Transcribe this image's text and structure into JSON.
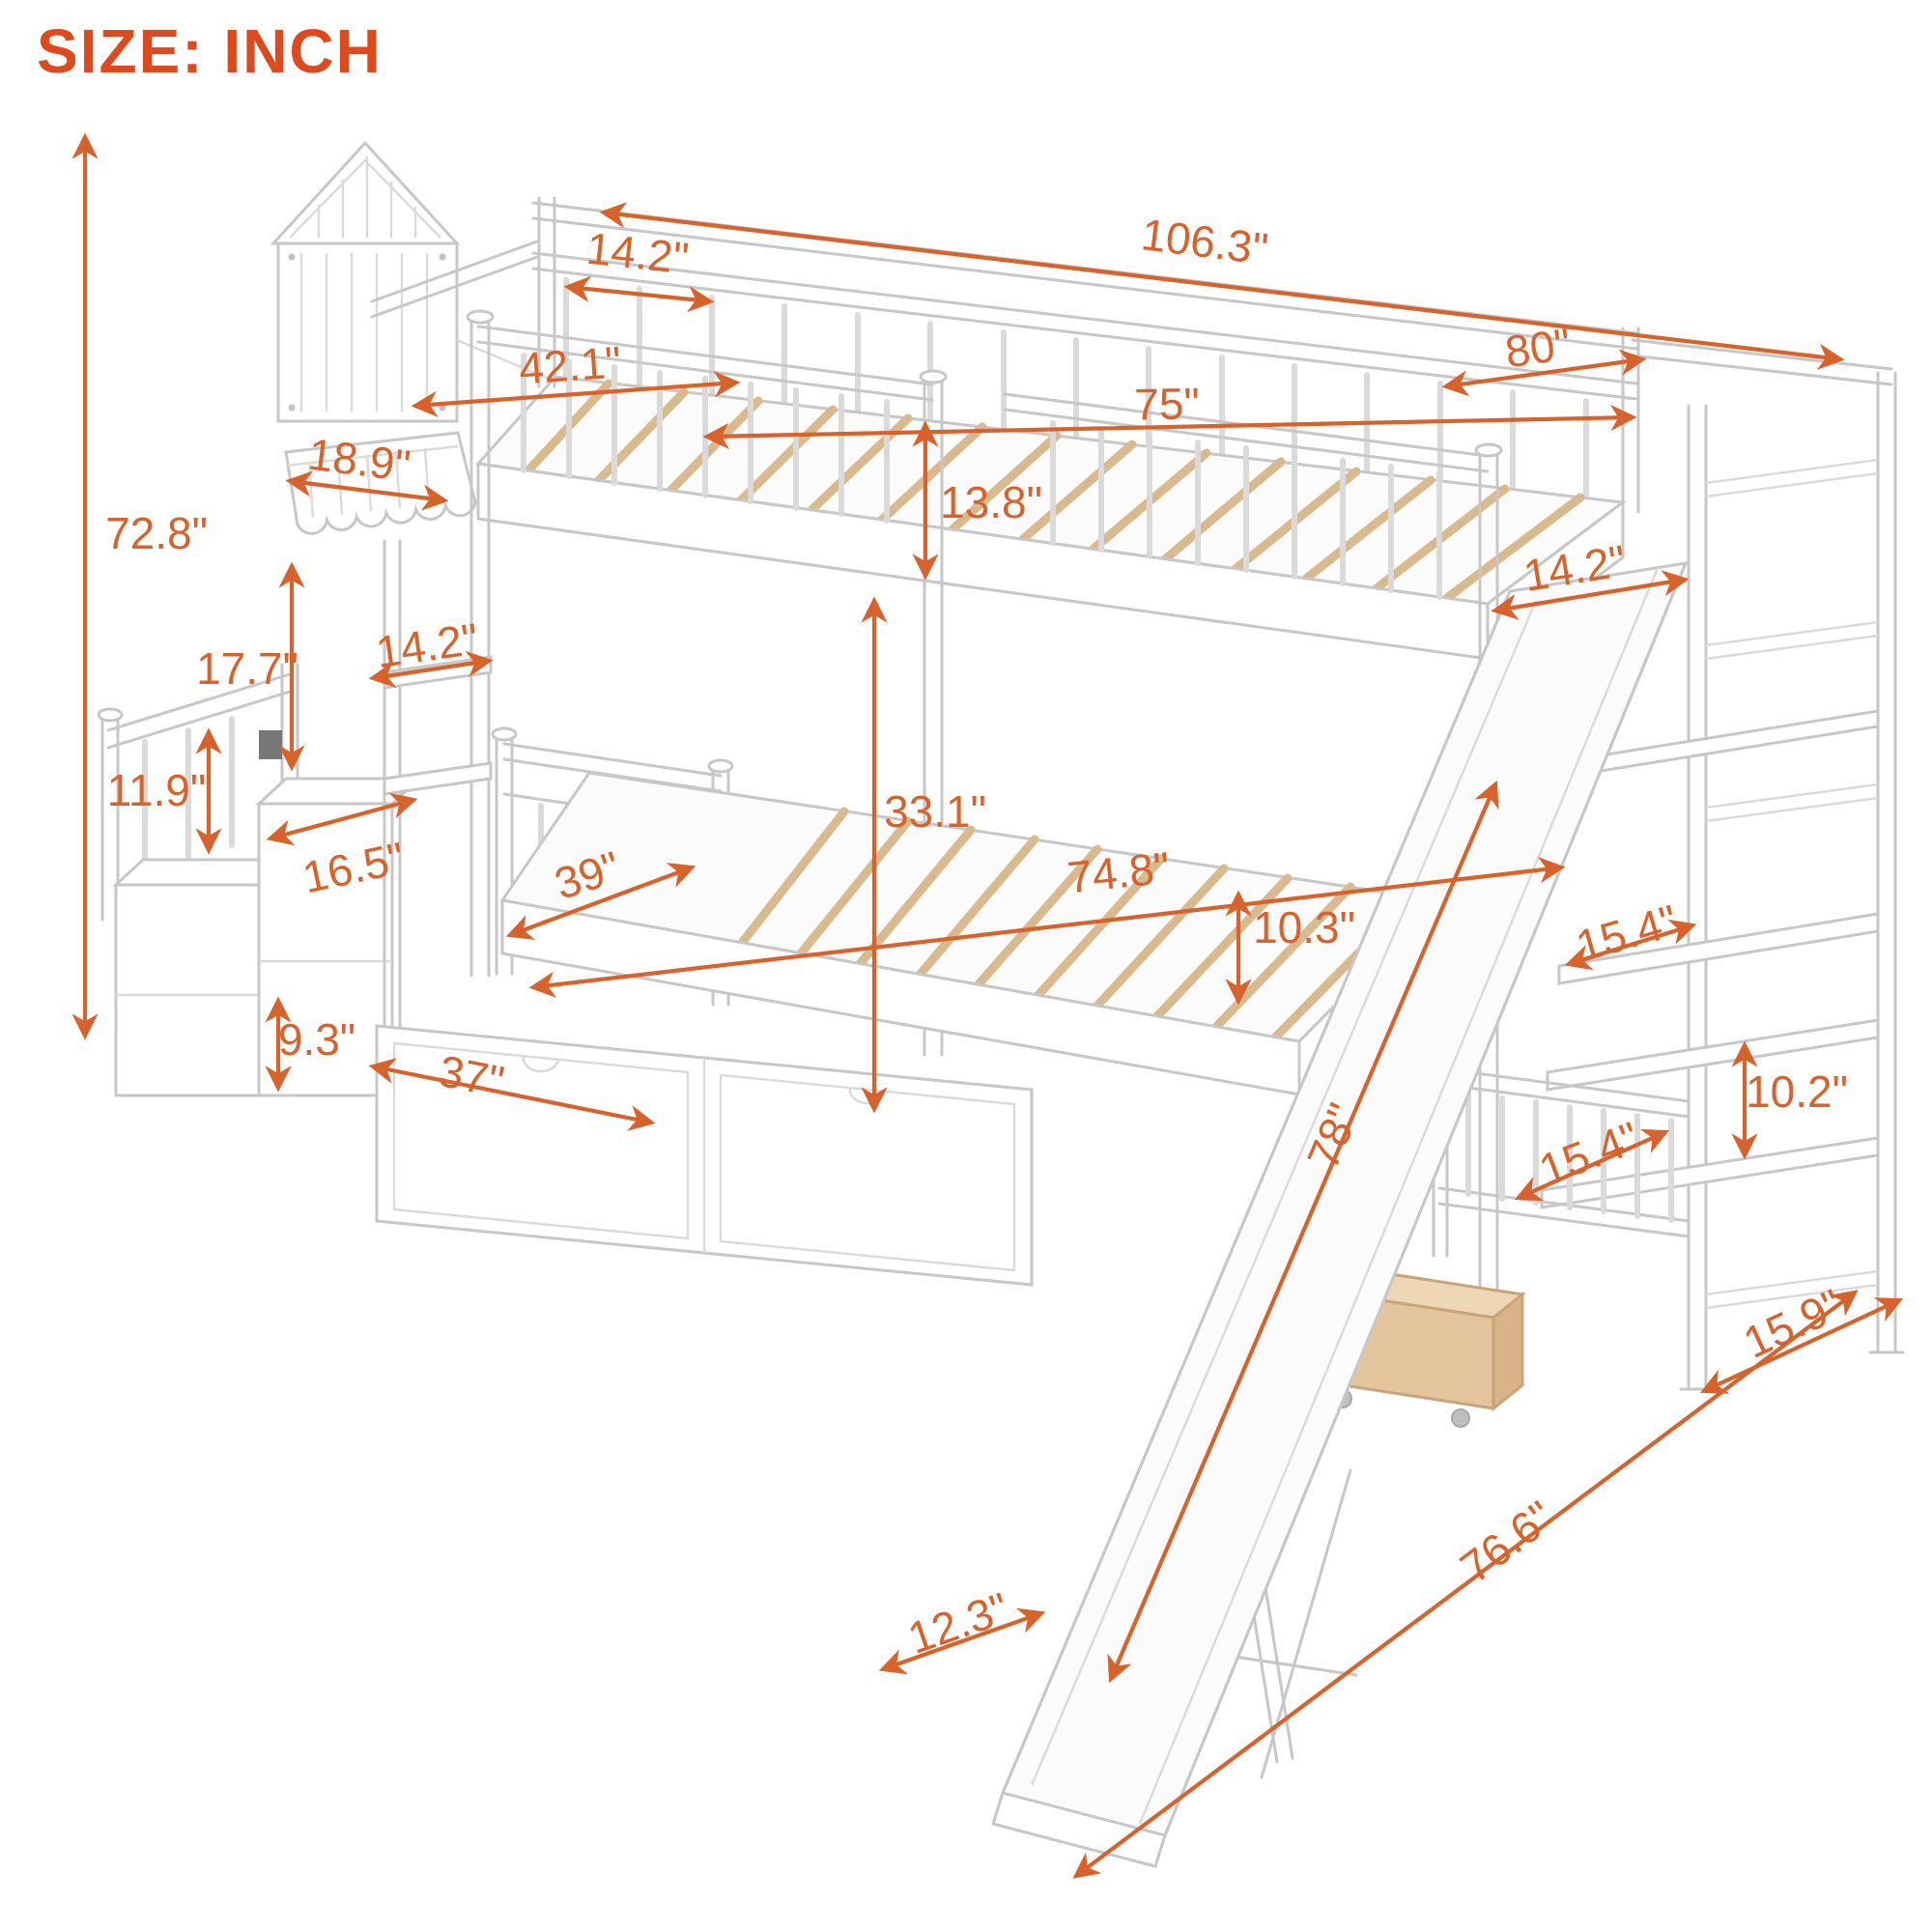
{
  "title": "SIZE: INCH",
  "unit": "INCH",
  "colors": {
    "dimension": "#d7622b",
    "title": "#dd4a1d",
    "line": "#dadada",
    "line_dark": "#c7c7c7",
    "wood": "#d9b98e",
    "wood_dark": "#c8a478",
    "bg": "#ffffff"
  },
  "dimensions": {
    "overall_height": "72.8\"",
    "overall_length": "106.3\"",
    "house_headboard_width": "14.2\"",
    "upper_bed_width": "42.1\"",
    "upper_frame_length": "80\"",
    "upper_inner_length": "75\"",
    "headboard_depth": "18.9\"",
    "guardrail_height": "13.8\"",
    "shelf_height": "17.7\"",
    "shelf_depth": "14.2\"",
    "stair_rail_height": "11.9\"",
    "stair_depth": "16.5\"",
    "bunk_clearance": "33.1\"",
    "lower_bed_width": "39\"",
    "lower_frame_length": "74.8\"",
    "under_bed_clearance": "10.3\"",
    "slide_top_width": "14.2\"",
    "tower_shelf_depth_upper": "15.4\"",
    "tower_shelf_depth_lower": "15.4\"",
    "tower_shelf_gap": "10.2\"",
    "drawer_height": "9.3\"",
    "drawer_width": "37\"",
    "slide_length": "78\"",
    "tower_depth": "15.9\"",
    "slide_ground_span": "76.6\"",
    "slide_width": "12.3\""
  }
}
